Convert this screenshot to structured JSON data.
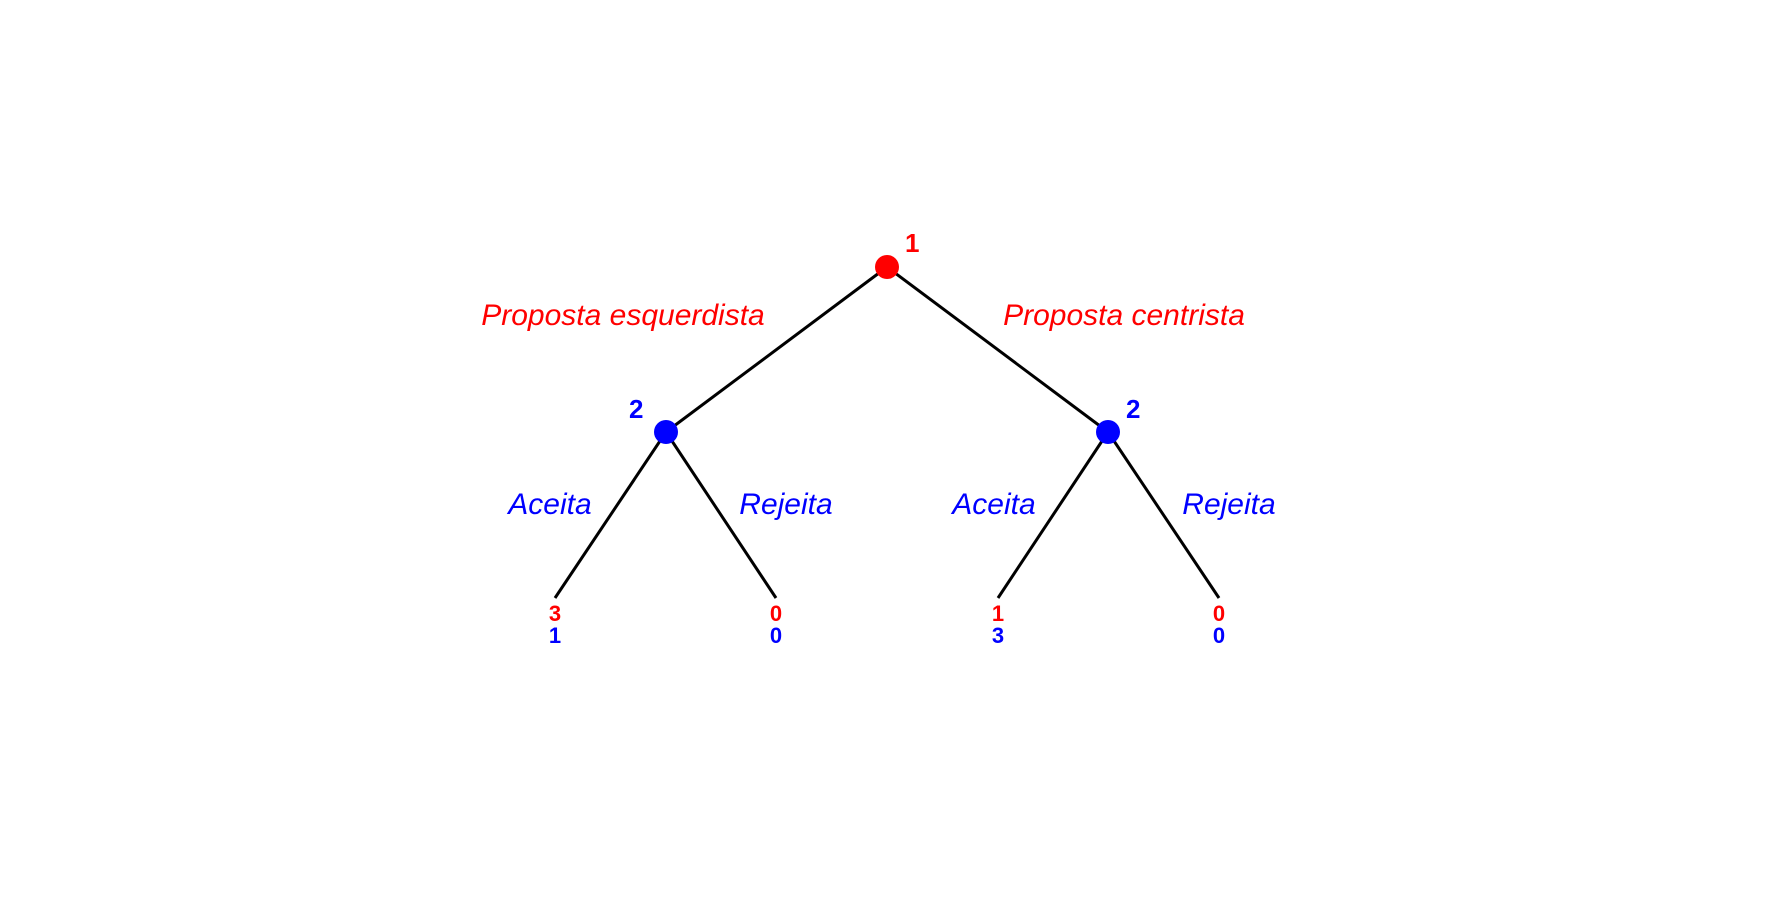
{
  "colors": {
    "player1": "#ff0000",
    "player2": "#0000ff",
    "edge": "#000000",
    "background": "#ffffff"
  },
  "players": {
    "p1_label": "1",
    "p2_label": "2"
  },
  "actions": {
    "left_proposal": "Proposta esquerdista",
    "right_proposal": "Proposta centrista",
    "left_accept": "Aceita",
    "left_reject": "Rejeita",
    "right_accept": "Aceita",
    "right_reject": "Rejeita"
  },
  "payoffs": [
    {
      "p1": "3",
      "p2": "1"
    },
    {
      "p1": "0",
      "p2": "0"
    },
    {
      "p1": "1",
      "p2": "3"
    },
    {
      "p1": "0",
      "p2": "0"
    }
  ]
}
